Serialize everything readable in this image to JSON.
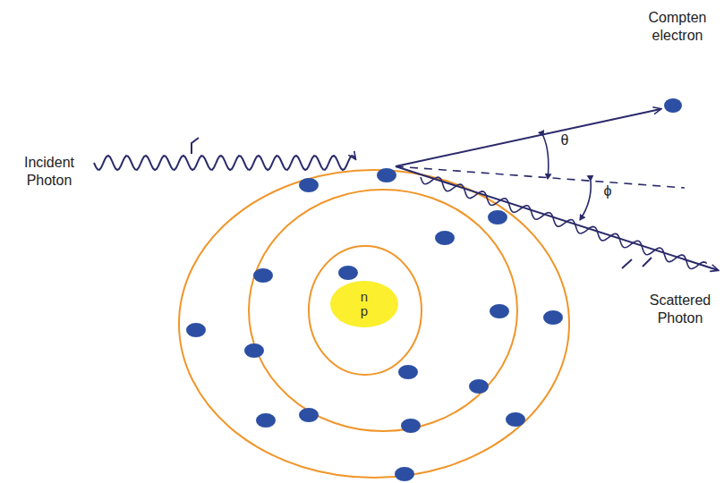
{
  "diagram": {
    "nodes": [
      {
        "text": [
          "n p"
        ]
      }
    ],
    "labels": [
      "Compten electron",
      "Incident Photon",
      "Scattered Photon",
      "θ",
      "ϕ"
    ]
  }
}
